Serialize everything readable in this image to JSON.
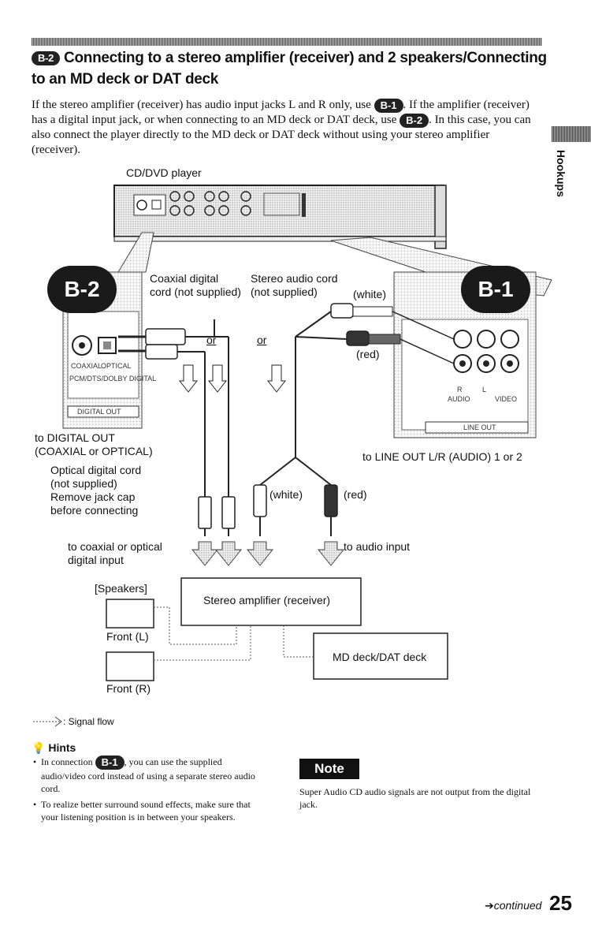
{
  "heading": {
    "badge": "B-2",
    "text": "Connecting to a stereo amplifier (receiver) and 2 speakers/Connecting to an MD deck or DAT deck"
  },
  "intro": {
    "part1": "If the stereo amplifier (receiver) has audio input jacks L and R only, use ",
    "badge1": "B-1",
    "part2": ". If the amplifier (receiver) has a digital input jack, or when connecting to an MD deck or DAT deck, use ",
    "badge2": "B-2",
    "part3": ". In this case, you can also connect the player directly to the MD deck or DAT deck without using your stereo amplifier (receiver)."
  },
  "side_label": "Hookups",
  "diagram": {
    "player_label": "CD/DVD player",
    "badge_left": "B-2",
    "badge_right": "B-1",
    "coaxial_cord": "Coaxial digital\ncord (not supplied)",
    "stereo_cord": "Stereo audio cord\n(not supplied)",
    "white_top": "(white)",
    "red_top": "(red)",
    "or1": "or",
    "or2": "or",
    "panel_coaxial": "COAXIAL",
    "panel_optical": "OPTICAL",
    "panel_pcm": "PCM/DTS/DOLBY DIGITAL",
    "panel_digital_out": "DIGITAL OUT",
    "panel_line_out": "LINE OUT",
    "panel_audio": "AUDIO",
    "panel_video": "VIDEO",
    "panel_r": "R",
    "panel_l": "L",
    "to_digital_out": "to DIGITAL OUT\n(COAXIAL or OPTICAL)",
    "to_line_out": "to LINE OUT L/R (AUDIO) 1 or 2",
    "optical_cord": "Optical digital cord\n(not supplied)\nRemove jack cap\nbefore connecting",
    "white_mid": "(white)",
    "red_mid": "(red)",
    "to_coaxial_input": "to coaxial or optical\ndigital input",
    "to_audio_input": "to audio input",
    "speakers": "[Speakers]",
    "amplifier": "Stereo amplifier (receiver)",
    "front_l": "Front (L)",
    "front_r": "Front (R)",
    "md_deck": "MD deck/DAT deck",
    "signal_flow": ": Signal flow"
  },
  "hints": {
    "title": "Hints",
    "item1_a": "In connection ",
    "item1_badge": "B-1",
    "item1_b": ", you can use the supplied audio/video cord instead of using a separate stereo audio cord.",
    "item2": "To realize better surround sound effects, make sure that your listening position is in between your speakers."
  },
  "note": {
    "label": "Note",
    "text": "Super Audio CD audio signals are not output from the digital jack."
  },
  "footer": {
    "continued": "continued",
    "page": "25"
  }
}
